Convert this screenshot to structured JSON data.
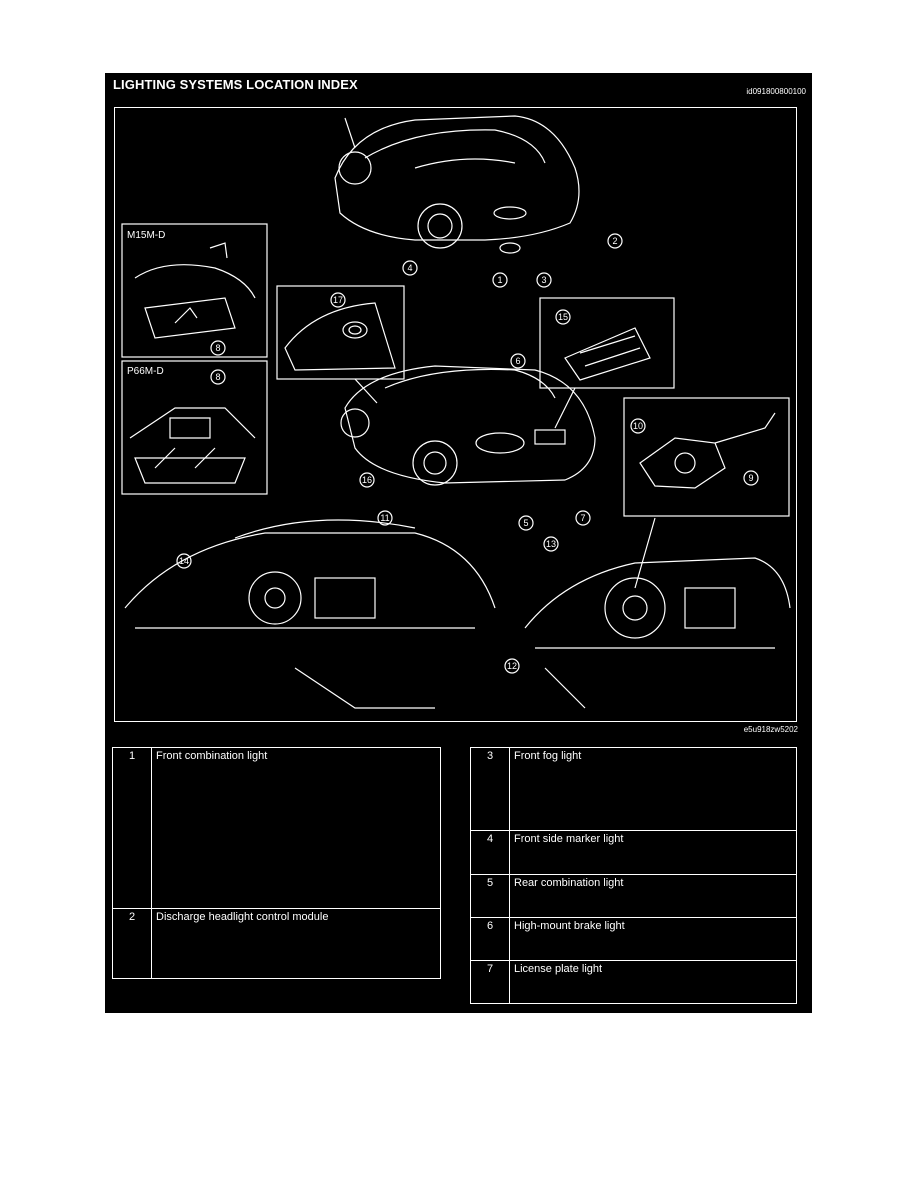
{
  "header": {
    "title": "LIGHTING SYSTEMS LOCATION INDEX",
    "figure_code_top": "id091800800100",
    "figure_code_bottom": "e5u918zw5202"
  },
  "insets": {
    "m15m": "M15M-D",
    "p66m": "P66M-D"
  },
  "callouts": [
    "1",
    "2",
    "3",
    "4",
    "5",
    "6",
    "7",
    "8",
    "9",
    "10",
    "11",
    "12",
    "13",
    "14",
    "15",
    "16",
    "17"
  ],
  "legend_left": [
    {
      "num": "1",
      "label": "Front combination light"
    },
    {
      "num": "2",
      "label": "Discharge headlight control module"
    }
  ],
  "legend_right": [
    {
      "num": "3",
      "label": "Front fog light"
    },
    {
      "num": "4",
      "label": "Front side marker light"
    },
    {
      "num": "5",
      "label": "Rear combination light"
    },
    {
      "num": "6",
      "label": "High-mount brake light"
    },
    {
      "num": "7",
      "label": "License plate light"
    }
  ]
}
